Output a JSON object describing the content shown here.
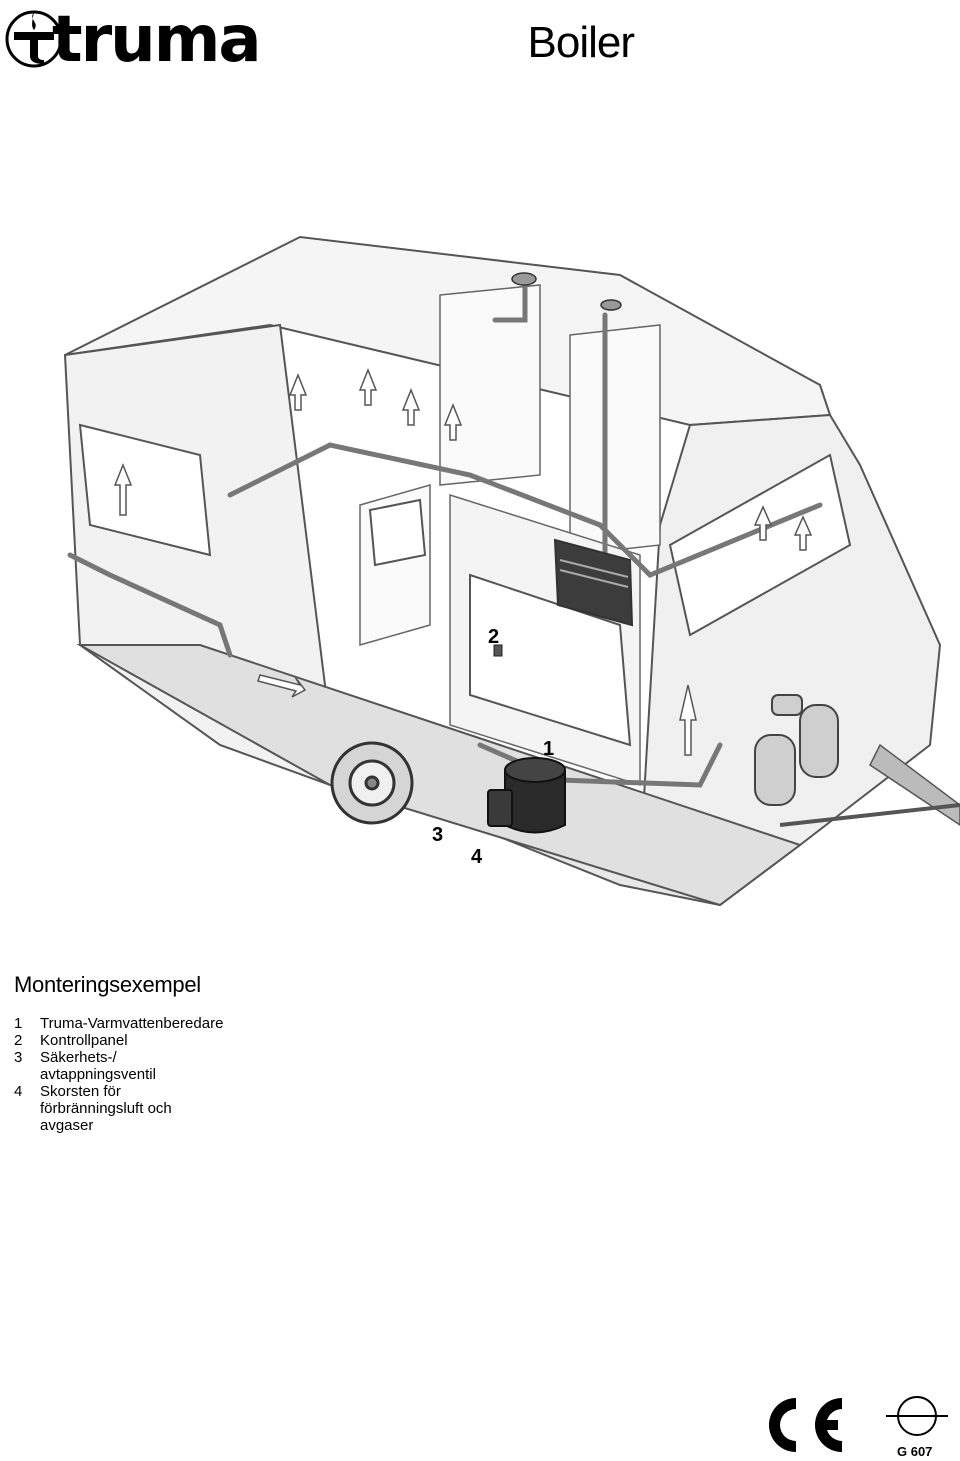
{
  "header": {
    "logo_text": "truma",
    "title": "Boiler"
  },
  "illustration": {
    "callouts": [
      "1",
      "2",
      "3",
      "4"
    ]
  },
  "caption": {
    "heading": "Monteringsexempel",
    "items": [
      {
        "num": "1",
        "text": "Truma-Varmvattenberedare"
      },
      {
        "num": "2",
        "text": "Kontrollpanel"
      },
      {
        "num": "3",
        "text": "Säkerhets-/ avtappningsventil"
      },
      {
        "num": "4",
        "text": "Skorsten för förbränningsluft och avgaser"
      }
    ]
  },
  "footer": {
    "ce_mark": "CE",
    "gas_code": "G 607"
  }
}
